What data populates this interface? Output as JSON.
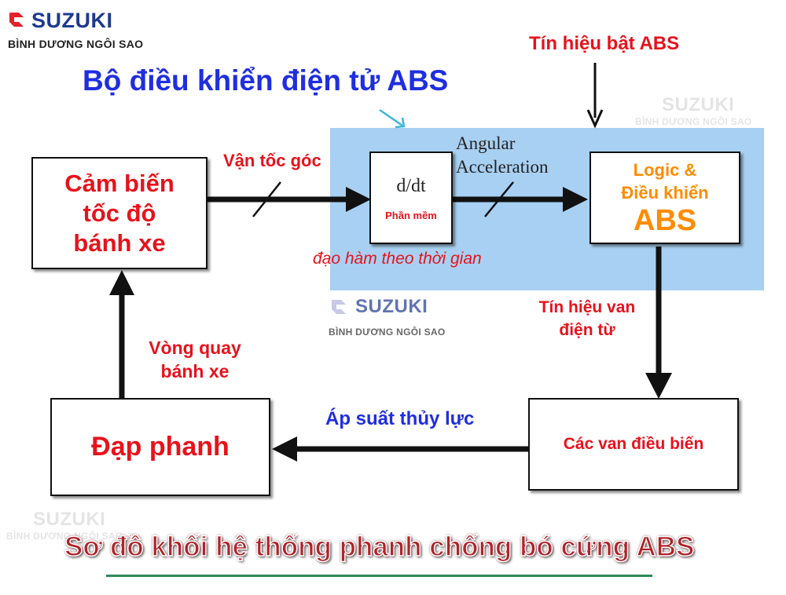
{
  "colors": {
    "red_text": "#e8121b",
    "blue_text": "#1f2ee0",
    "orange_text": "#ff8c00",
    "panel_blue": "#a8d0f2",
    "title_red": "#b0232a",
    "underline_green": "#2e8b57",
    "logo_blue": "#1d3a8f"
  },
  "logo": {
    "brand": "SUZUKI",
    "dealer": "BÌNH DƯƠNG NGÔI SAO",
    "icon": "suzuki-s-icon"
  },
  "diagram": {
    "ecu_title": "Bộ điều khiển điện tử ABS",
    "abs_signal_label": "Tín hiệu bật ABS",
    "wheel_sensor_box": "Cảm biến\ntốc độ\nbánh xe",
    "angular_velocity_label": "Vận tốc góc",
    "derivative_box": {
      "formula": "d/dt",
      "caption": "Phần mềm"
    },
    "angular_accel_label": "Angular\nAcceleration",
    "logic_box": {
      "line1": "Logic &",
      "line2": "Điều khiển",
      "line3": "ABS"
    },
    "derivative_note": "đạo hàm theo thời gian",
    "valve_signal_label": "Tín hiệu van\nđiện từ",
    "wheel_rotation_label": "Vòng quay\nbánh xe",
    "brake_pedal_box": "Đạp phanh",
    "hydraulic_pressure_label": "Áp suất thủy lực",
    "modulator_valves_box": "Các van điều biến"
  },
  "caption": "Sơ đồ khối hệ thống phanh chống bó cứng ABS"
}
